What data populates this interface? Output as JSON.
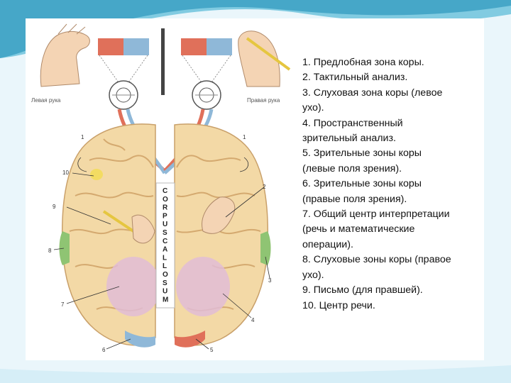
{
  "figure": {
    "left_hand_label": "Левая рука",
    "right_hand_label": "Правая рука",
    "corpus_callosum_letters": [
      "C",
      "O",
      "R",
      "P",
      "U",
      "S",
      "C",
      "A",
      "L",
      "L",
      "O",
      "S",
      "U",
      "M"
    ],
    "callout_numbers": [
      "1",
      "1",
      "2",
      "3",
      "4",
      "5",
      "6",
      "7",
      "8",
      "9",
      "10"
    ],
    "colors": {
      "brain": "#f3d9a6",
      "field_red": "#e0705a",
      "field_blue": "#8fb8d8",
      "auditory_green": "#8fc473",
      "visual_purple": "#e0bcd6",
      "speech_yellow": "#f3dc62"
    }
  },
  "legend": {
    "items": [
      "1. Предлобная зона коры.",
      "2. Тактильный анализ.",
      "3. Слуховая зона коры (левое",
      "ухо).",
      "4. Пространственный",
      "зрительный анализ.",
      "5. Зрительные зоны коры",
      "(левые  поля зрения).",
      "6. Зрительные зоны коры",
      "(правые поля зрения).",
      "7. Общий центр интерпретации",
      "(речь и математические",
      "операции).",
      "8. Слуховые зоны коры (правое",
      "ухо).",
      "9. Письмо (для правшей).",
      "10. Центр речи."
    ]
  }
}
